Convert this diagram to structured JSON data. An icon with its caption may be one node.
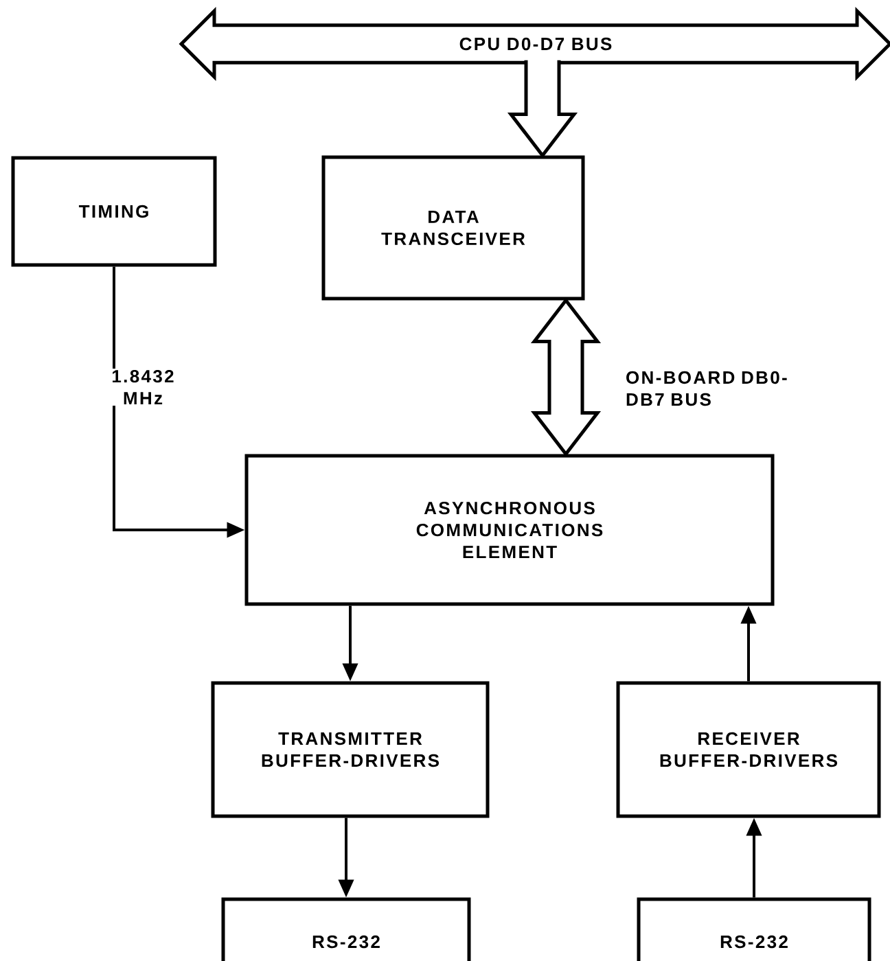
{
  "diagram": {
    "nodes": [
      {
        "text": [
          "CPU D0-D7 BUS"
        ]
      },
      {
        "text": [
          "TIMING"
        ]
      },
      {
        "text": [
          "DATA TRANSCEIVER"
        ]
      },
      {
        "text": [
          "ASYNCHRONOUS COMMUNICATIONS ELEMENT"
        ]
      },
      {
        "text": [
          "TRANSMITTER BUFFER-DRIVERS"
        ]
      },
      {
        "text": [
          "RECEIVER BUFFER-DRIVERS"
        ]
      },
      {
        "text": [
          "RS-232"
        ]
      },
      {
        "text": [
          "RS-232"
        ]
      }
    ],
    "edges": [
      {
        "from": 0,
        "to": 2,
        "arrow": "to",
        "style": "thick"
      },
      {
        "from": 2,
        "to": 3,
        "arrow": "both",
        "style": "thick",
        "label": "ON-BOARD DB0-DB7 BUS"
      },
      {
        "from": 1,
        "to": 3,
        "arrow": "to",
        "label": "1.8432 MHz"
      },
      {
        "from": 3,
        "to": 4,
        "arrow": "to"
      },
      {
        "from": 5,
        "to": 3,
        "arrow": "to"
      },
      {
        "from": 4,
        "to": 6,
        "arrow": "to"
      },
      {
        "from": 7,
        "to": 5,
        "arrow": "to"
      }
    ]
  }
}
